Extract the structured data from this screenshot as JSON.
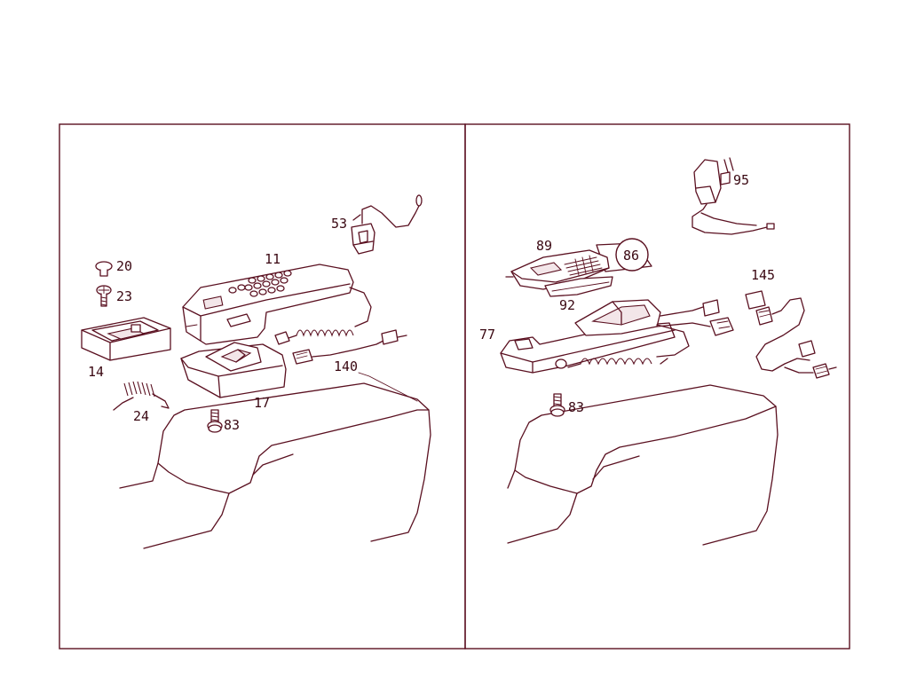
{
  "diagram": {
    "left_panel": {
      "callouts": {
        "c20": "20",
        "c23": "23",
        "c14": "14",
        "c24": "24",
        "c11": "11",
        "c53": "53",
        "c17": "17",
        "c83": "83",
        "c140": "140"
      }
    },
    "right_panel": {
      "callouts": {
        "c95": "95",
        "c89": "89",
        "c86": "86",
        "c92": "92",
        "c145": "145",
        "c77": "77",
        "c83": "83"
      },
      "circled": [
        "86"
      ]
    },
    "colors": {
      "line": "#5a1020",
      "text": "#3a0812",
      "background": "#ffffff"
    }
  }
}
